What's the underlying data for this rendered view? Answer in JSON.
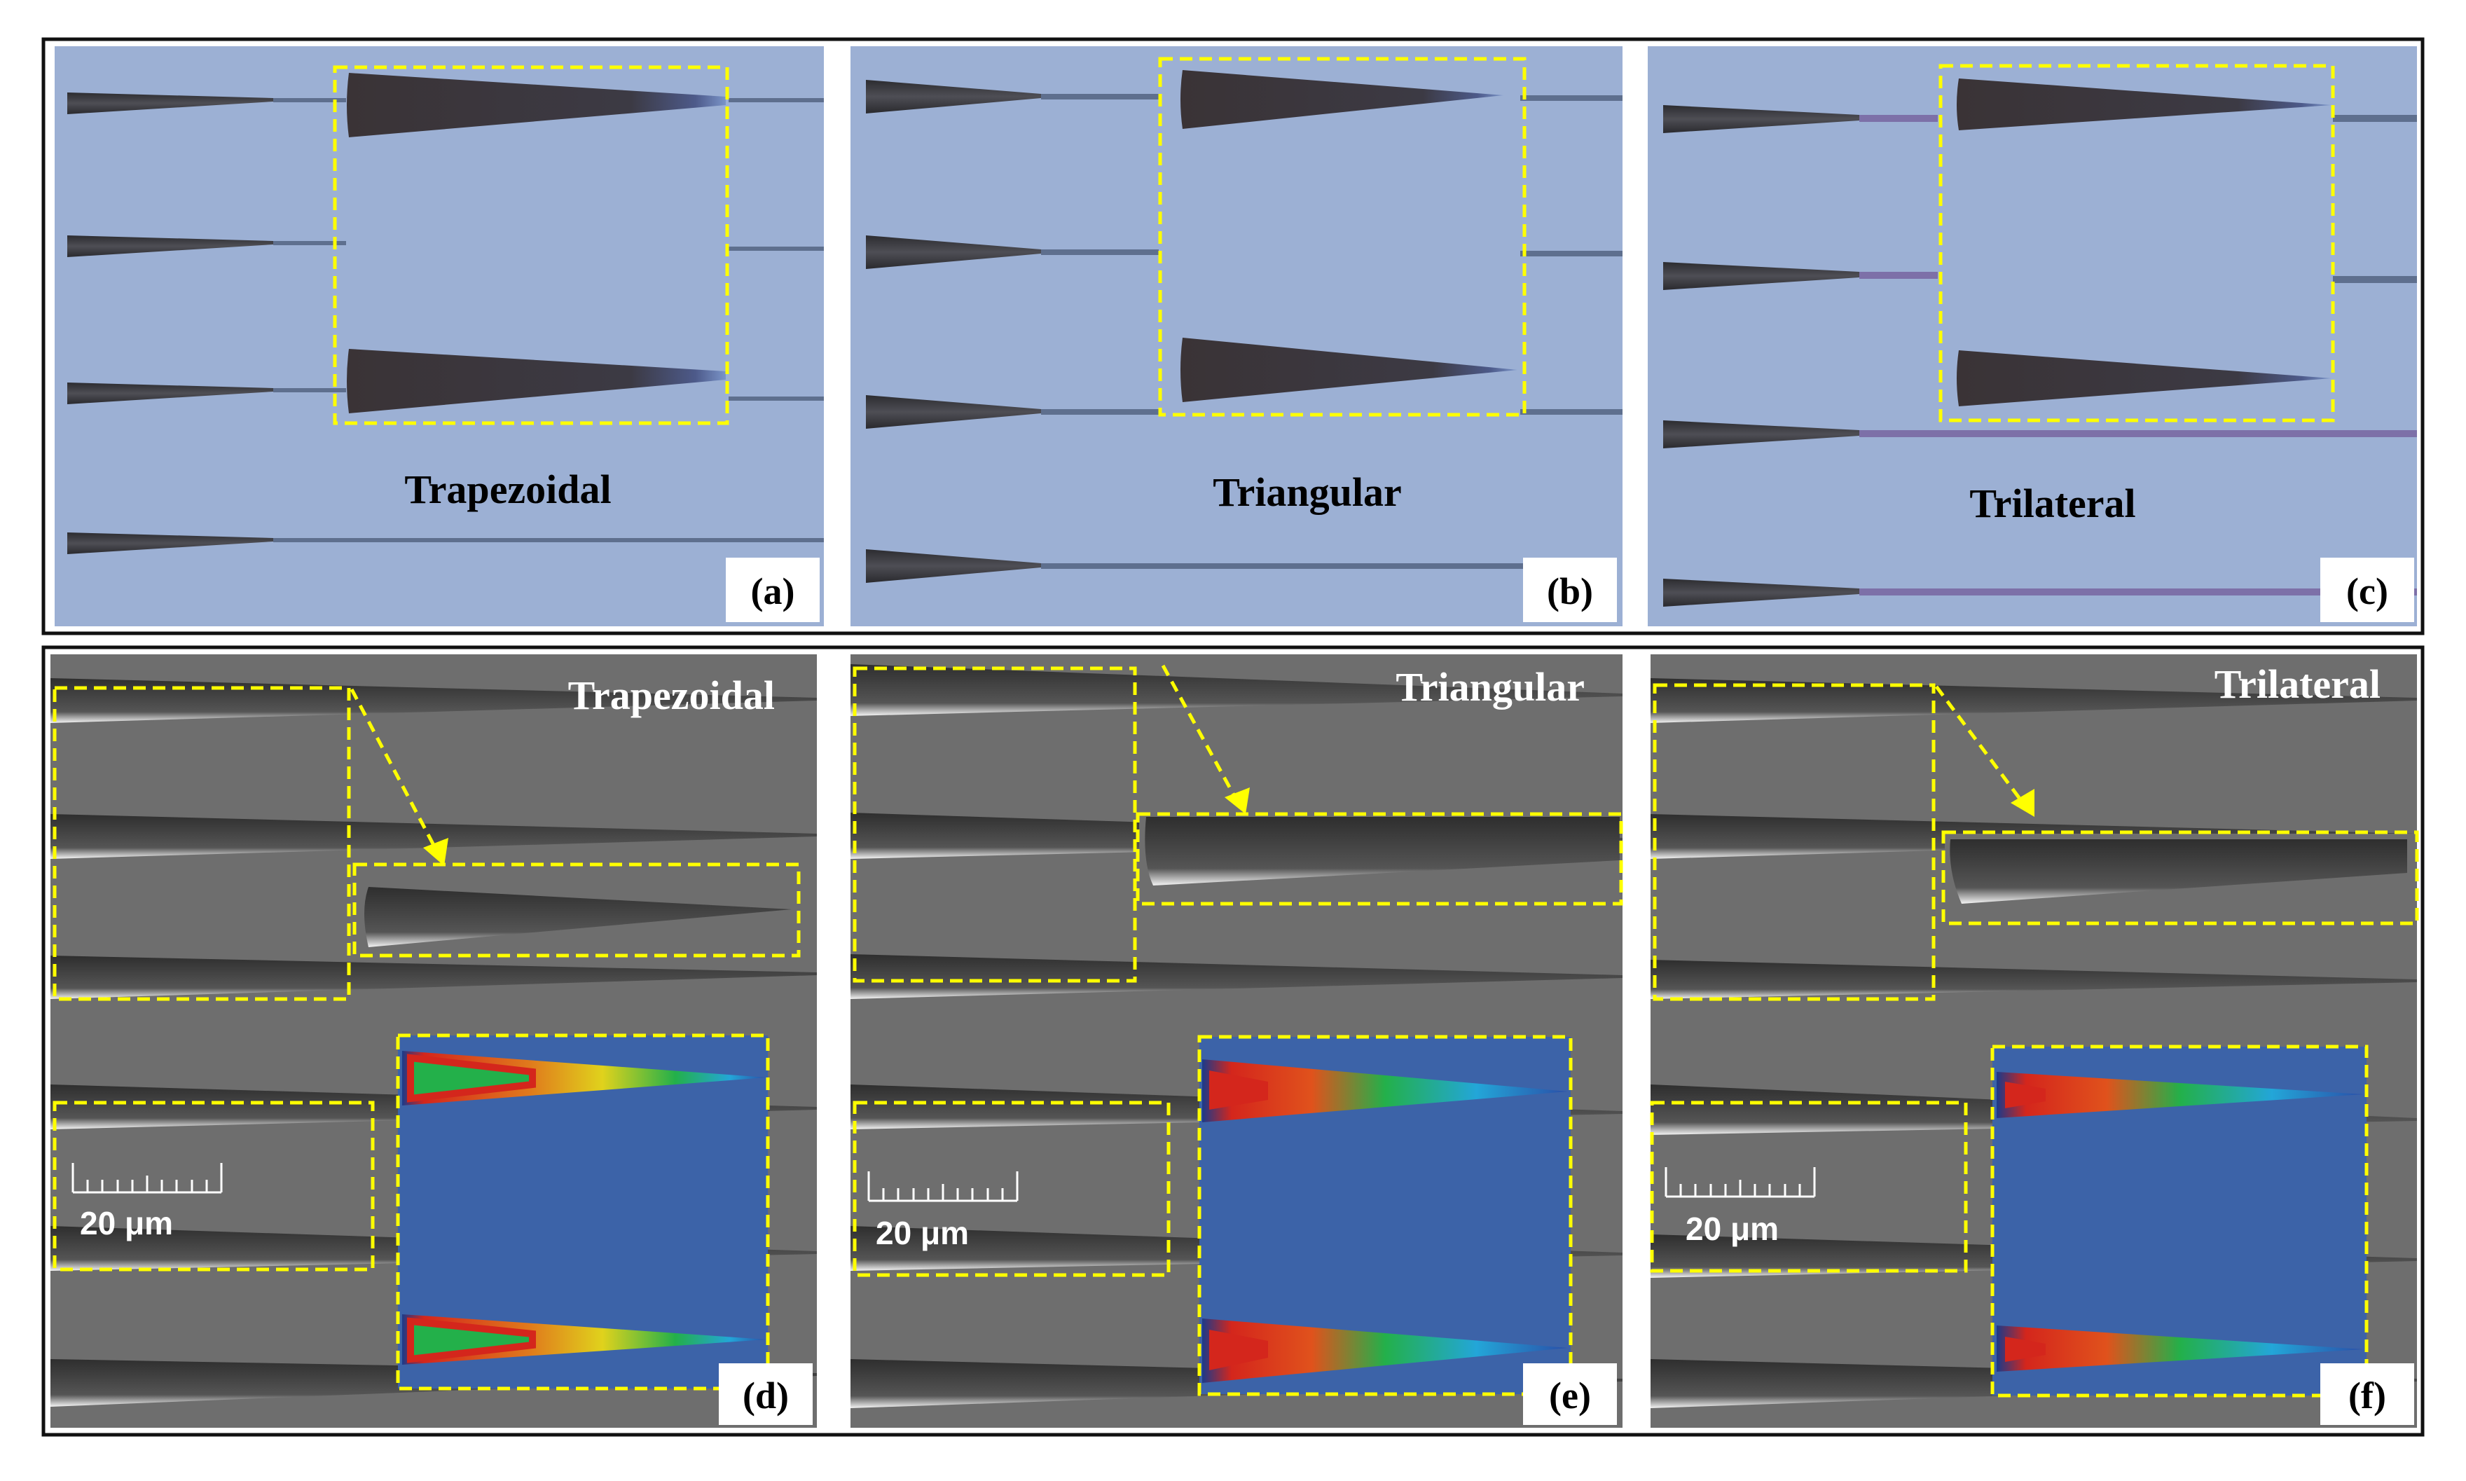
{
  "figure": {
    "top_row": {
      "panels": [
        {
          "label": "(a)",
          "title": "Trapezoidal"
        },
        {
          "label": "(b)",
          "title": "Triangular"
        },
        {
          "label": "(c)",
          "title": "Trilateral"
        }
      ]
    },
    "bottom_row": {
      "panels": [
        {
          "label": "(d)",
          "title": "Trapezoidal",
          "scale_bar": "20 μm"
        },
        {
          "label": "(e)",
          "title": "Triangular",
          "scale_bar": "20 μm"
        },
        {
          "label": "(f)",
          "title": "Trilateral",
          "scale_bar": "20 μm"
        }
      ]
    }
  },
  "colors": {
    "optical_background": "#9cb0d4",
    "sem_background": "#6e6e6e",
    "highlight_box": "#ffff00",
    "tip_dark": "#3a3a3a",
    "fiber": "#5e6f8e"
  }
}
